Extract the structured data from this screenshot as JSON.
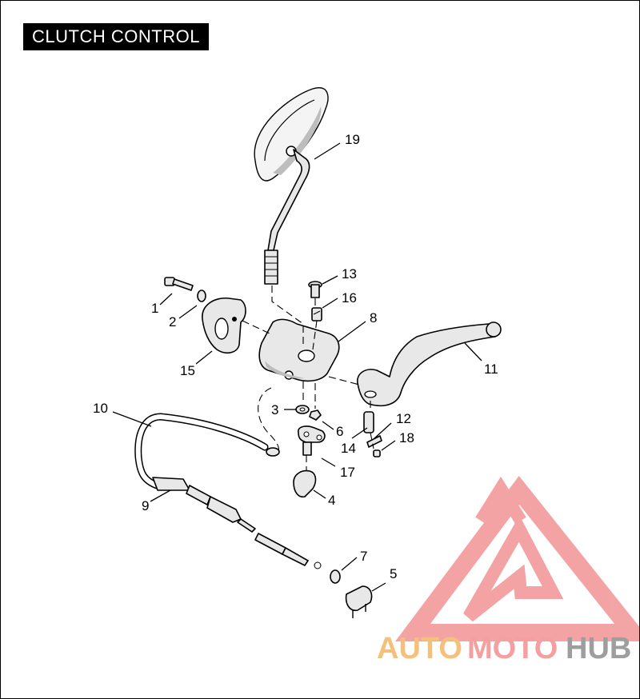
{
  "title": "CLUTCH CONTROL",
  "callouts": {
    "c1": "1",
    "c2": "2",
    "c3": "3",
    "c4": "4",
    "c5": "5",
    "c6": "6",
    "c7": "7",
    "c8": "8",
    "c9": "9",
    "c10": "10",
    "c11": "11",
    "c12": "12",
    "c13": "13",
    "c14": "14",
    "c15": "15",
    "c16": "16",
    "c17": "17",
    "c18": "18",
    "c19": "19"
  },
  "watermark": {
    "text_auto": "AUTO",
    "text_moto": "MOTO",
    "text_hub": "HUB",
    "colors": {
      "auto": "#f5c07a",
      "moto": "#f4a0a0",
      "hub": "#9e9e9e",
      "triangle": "#f29a9a"
    }
  }
}
